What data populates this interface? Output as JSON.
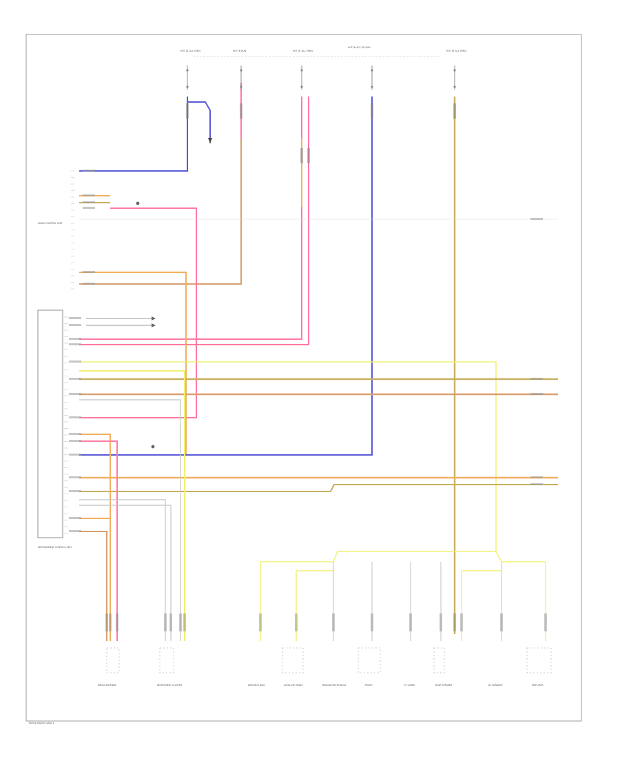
{
  "diagram": {
    "page_ref": "Wiring diagram page 1",
    "colors": {
      "blue": "#5a5ad8",
      "pink": "#ff7aa0",
      "orange": "#f2b060",
      "yellow_green": "#d8dc8c",
      "olive": "#c8b060",
      "brown_orange": "#d8a070",
      "yellow": "#f0f070",
      "light_gray": "#cccccc"
    },
    "fuses": [
      {
        "id": "fuse-1",
        "label": "HOT AT ALL TIMES"
      },
      {
        "id": "fuse-2",
        "label": "HOT IN RUN"
      },
      {
        "id": "fuse-3",
        "label": "HOT AT ALL TIMES"
      },
      {
        "id": "fuse-4",
        "label": "HOT IN ACC OR RUN"
      },
      {
        "id": "fuse-5",
        "label": "HOT AT ALL TIMES"
      }
    ],
    "modules": [
      {
        "id": "control-unit-upper",
        "label": "AUDIO CONTROL UNIT"
      },
      {
        "id": "control-unit-lower",
        "label": "INFOTAINMENT CONTROL UNIT"
      }
    ],
    "components": [
      {
        "id": "comp-1",
        "label": "RADIO ANTENNA"
      },
      {
        "id": "comp-2",
        "label": "INSTRUMENT CLUSTER"
      },
      {
        "id": "comp-3",
        "label": "DATA BUS DIAG"
      },
      {
        "id": "comp-4",
        "label": "SATELLITE RADIO"
      },
      {
        "id": "comp-5",
        "label": "NAVIGATION MODULE"
      },
      {
        "id": "comp-6",
        "label": "MICRO"
      },
      {
        "id": "comp-7",
        "label": "TV TUNER"
      },
      {
        "id": "comp-8",
        "label": "REAR SPEAKER"
      },
      {
        "id": "comp-9",
        "label": "CD CHANGER"
      },
      {
        "id": "comp-10",
        "label": "AMPLIFIER"
      }
    ]
  }
}
